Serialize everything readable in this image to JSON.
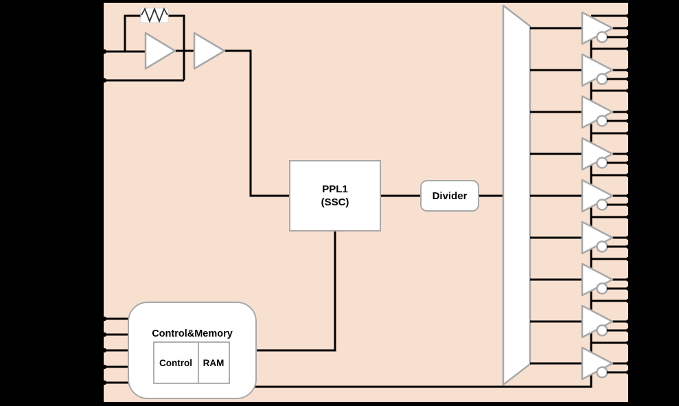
{
  "diagram": {
    "type": "clock-generator-block-diagram",
    "background_color": "#000000",
    "chip": {
      "fill_color": "#F8E0D0",
      "border_color": "#000000"
    },
    "style": {
      "block_fill": "#FFFFFF",
      "block_border_color": "#A8A8A8",
      "wire_color": "#000000"
    },
    "blocks": {
      "pll": {
        "line1": "PPL1",
        "line2": "(SSC)"
      },
      "divider": {
        "label": "Divider"
      },
      "control_memory": {
        "title": "Control&Memory",
        "control_label": "Control",
        "ram_label": "RAM"
      },
      "oscillator": {
        "amplifier_count": 2,
        "has_feedback_resistor": true
      },
      "mux": {
        "shape": "trapezoid"
      }
    },
    "pins": {
      "left_oscillator_pins": 2,
      "left_control_pins": 5,
      "right_output_pins": 27
    },
    "output_buffers": {
      "count": 9,
      "differential": true
    }
  }
}
